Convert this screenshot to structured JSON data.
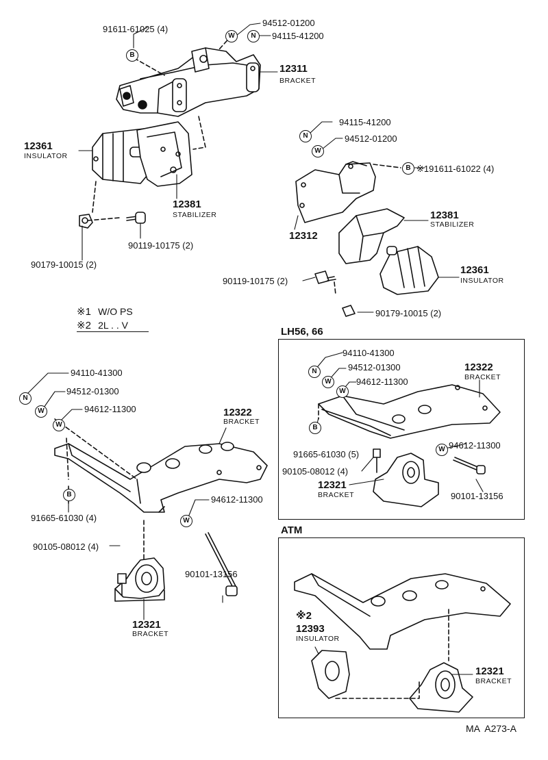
{
  "notes": [
    {
      "mark": "※1",
      "text": "W/O PS"
    },
    {
      "mark": "※2",
      "text": "2L . . V"
    }
  ],
  "sections": {
    "lh": "LH56, 66",
    "atm": "ATM",
    "atm_note": "※2"
  },
  "badges": {
    "b": "B",
    "n": "N",
    "w": "W"
  },
  "top_left": {
    "bolt_b": "91611-61025 (4)",
    "washer": "94512-01200",
    "nut": "94115-41200",
    "bracket_no": "12311",
    "bracket_name": "BRACKET",
    "insulator_no": "12361",
    "insulator_name": "INSULATOR",
    "stabilizer_no": "12381",
    "stabilizer_name": "STABILIZER",
    "bolt": "90119-10175 (2)",
    "nut2": "90179-10015 (2)"
  },
  "top_right": {
    "nut": "94115-41200",
    "washer": "94512-01200",
    "bolt_b": "※191611-61022 (4)",
    "bracket_no": "12312",
    "stabilizer_no": "12381",
    "stabilizer_name": "STABILIZER",
    "insulator_no": "12361",
    "insulator_name": "INSULATOR",
    "bolt": "90119-10175 (2)",
    "nut2": "90179-10015 (2)"
  },
  "mid_left": {
    "nut": "94110-41300",
    "washer": "94512-01300",
    "washer2": "94612-11300",
    "bracket_no": "12322",
    "bracket_name": "BRACKET",
    "bolt_b": "91665-61030 (4)",
    "washer3": "94612-11300",
    "bolt": "90105-08012 (4)",
    "bolt2": "90101-13156",
    "bracket2_no": "12321",
    "bracket2_name": "BRACKET"
  },
  "lh_box": {
    "nut": "94110-41300",
    "washer": "94512-01300",
    "washer2": "94612-11300",
    "bracket_no": "12322",
    "bracket_name": "BRACKET",
    "bolt_b": "91665-61030 (5)",
    "bolt": "90105-08012 (4)",
    "bracket2_no": "12321",
    "bracket2_name": "BRACKET",
    "washer3": "94612-11300",
    "bolt2": "90101-13156"
  },
  "atm_box": {
    "insulator_no": "12393",
    "insulator_name": "INSULATOR",
    "bracket_no": "12321",
    "bracket_name": "BRACKET"
  },
  "footer": "MA  A273-A"
}
